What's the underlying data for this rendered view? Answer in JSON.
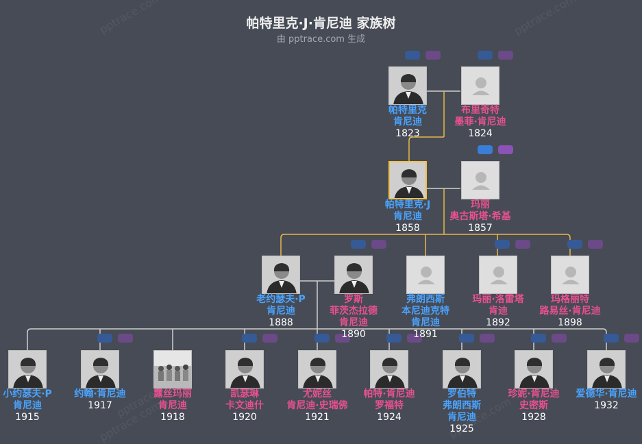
{
  "header": {
    "title": "帕特里克·J·肯尼迪 家族树",
    "subtitle": "由 pptrace.com 生成"
  },
  "watermark": "pptrace.com",
  "colors": {
    "background": "#464b55",
    "male": "#4aa3ff",
    "female": "#e8518f",
    "selected_border": "#f2c14b",
    "line": "#cfcfcf",
    "line_highlight": "#e8b84a"
  },
  "people": {
    "p1": {
      "name": "帕特里克\n肯尼迪",
      "year": "1823",
      "gender": "m",
      "photo": "portrait"
    },
    "p2": {
      "name": "布里奇特\n墨菲·肯尼迪",
      "year": "1824",
      "gender": "f",
      "photo": "placeholder"
    },
    "p3": {
      "name": "帕特里克·J\n肯尼迪",
      "year": "1858",
      "gender": "m",
      "photo": "portrait"
    },
    "p4": {
      "name": "玛丽\n奥古斯塔·希基",
      "year": "1857",
      "gender": "f",
      "photo": "placeholder"
    },
    "p5": {
      "name": "老约瑟夫·P\n肯尼迪",
      "year": "1888",
      "gender": "m",
      "photo": "portrait"
    },
    "p6": {
      "name": "罗斯\n菲茨杰拉德\n肯尼迪",
      "year": "1890",
      "gender": "f",
      "photo": "portrait"
    },
    "p7": {
      "name": "弗朗西斯\n本尼迪克特\n肯尼迪",
      "year": "1891",
      "gender": "m",
      "photo": "placeholder"
    },
    "p8": {
      "name": "玛丽·洛雷塔\n肯迪",
      "year": "1892",
      "gender": "f",
      "photo": "placeholder"
    },
    "p9": {
      "name": "玛格丽特\n路易丝·肯尼迪",
      "year": "1898",
      "gender": "f",
      "photo": "placeholder"
    },
    "c1": {
      "name": "小约瑟夫·P\n肯尼迪",
      "year": "1915",
      "gender": "m",
      "photo": "portrait"
    },
    "c2": {
      "name": "约翰·肯尼迪",
      "year": "1917",
      "gender": "m",
      "photo": "portrait"
    },
    "c3": {
      "name": "露丝玛丽\n肯尼迪",
      "year": "1918",
      "gender": "f",
      "photo": "group"
    },
    "c4": {
      "name": "凯瑟琳\n卡文迪什",
      "year": "1920",
      "gender": "f",
      "photo": "portrait"
    },
    "c5": {
      "name": "尤妮丝\n肯尼迪·史瑞佛",
      "year": "1921",
      "gender": "f",
      "photo": "portrait"
    },
    "c6": {
      "name": "帕特·肯尼迪\n罗福特",
      "year": "1924",
      "gender": "f",
      "photo": "portrait"
    },
    "c7": {
      "name": "罗伯特\n弗朗西斯\n肯尼迪",
      "year": "1925",
      "gender": "m",
      "photo": "portrait"
    },
    "c8": {
      "name": "珍妮·肯尼迪\n史密斯",
      "year": "1928",
      "gender": "f",
      "photo": "portrait"
    },
    "c9": {
      "name": "爱德华·肯尼迪",
      "year": "1932",
      "gender": "m",
      "photo": "portrait"
    }
  }
}
